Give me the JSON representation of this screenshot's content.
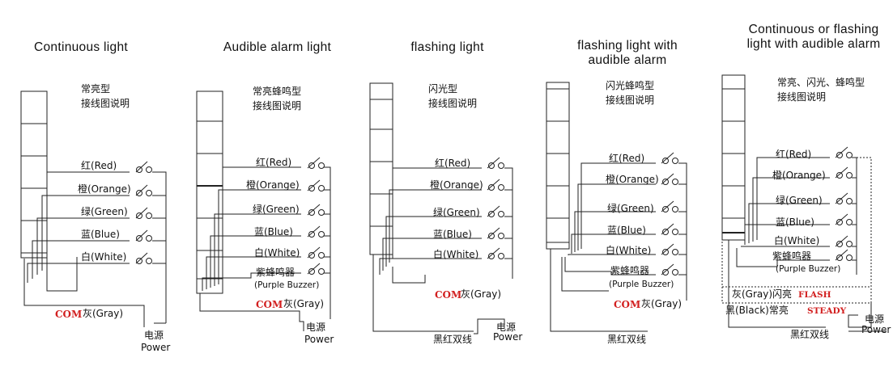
{
  "panels": [
    {
      "title": "Continuous light",
      "zh": [
        "常亮型",
        "接线图说明"
      ],
      "labels": [
        "红(Red)",
        "橙(Orange)",
        "绿(Green)",
        "蓝(Blue)",
        "白(White)"
      ],
      "com": "COM",
      "gray": "灰(Gray)",
      "power_zh": "电源",
      "power_en": "Power"
    },
    {
      "title": "Audible alarm light",
      "zh": [
        "常亮蜂鸣型",
        "接线图说明"
      ],
      "labels": [
        "红(Red)",
        "橙(Orange)",
        "绿(Green)",
        "蓝(Blue)",
        "白(White)",
        "紫蜂鸣器",
        "(Purple Buzzer)"
      ],
      "com": "COM",
      "gray": "灰(Gray)",
      "power_zh": "电源",
      "power_en": "Power"
    },
    {
      "title": "flashing light",
      "zh": [
        "闪光型",
        "接线图说明"
      ],
      "labels": [
        "红(Red)",
        "橙(Orange)",
        "绿(Green)",
        "蓝(Blue)",
        "白(White)"
      ],
      "com": "COM",
      "gray": "灰(Gray)",
      "bottom": "黑红双线",
      "power_zh": "电源",
      "power_en": "Power"
    },
    {
      "title": "flashing light with audible alarm",
      "zh": [
        "闪光蜂鸣型",
        "接线图说明"
      ],
      "labels": [
        "红(Red)",
        "橙(Orange)",
        "绿(Green)",
        "蓝(Blue)",
        "白(White)",
        "紫蜂鸣器",
        "(Purple Buzzer)"
      ],
      "com": "COM",
      "gray": "灰(Gray)",
      "bottom": "黑红双线"
    },
    {
      "title": "Continuous or flashing light with audible alarm",
      "zh": [
        "常亮、闪光、蜂鸣型",
        "接线图说明"
      ],
      "labels": [
        "红(Red)",
        "橙(Orange)",
        "绿(Green)",
        "蓝(Blue)",
        "白(White)",
        "紫蜂鸣器",
        "(Purple Buzzer)"
      ],
      "flash_zh": "灰(Gray)闪亮",
      "flash_en": "FLASH",
      "steady_zh": "黑(Black)常亮",
      "steady_en": "STEADY",
      "bottom": "黑红双线",
      "power_zh": "电源",
      "power_en": "Power"
    }
  ]
}
